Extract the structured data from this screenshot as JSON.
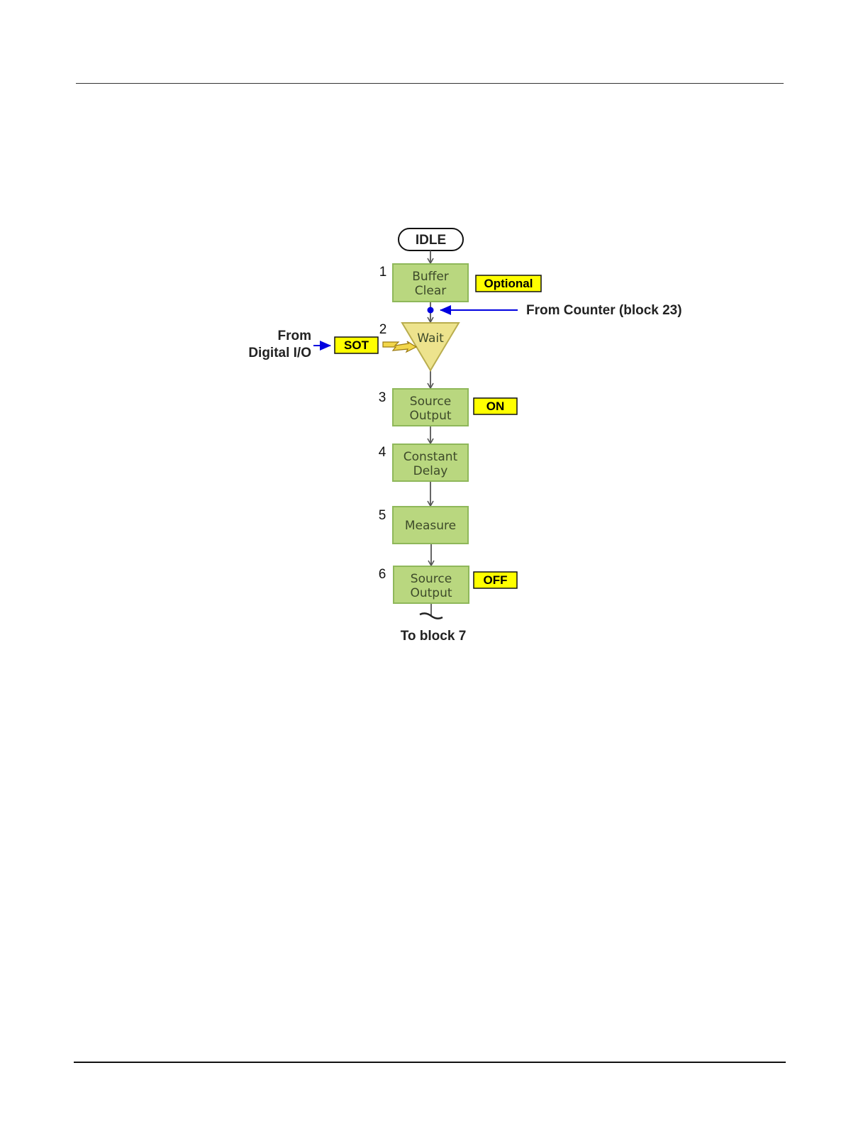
{
  "diagram": {
    "start": "IDLE",
    "blocks": [
      {
        "number": "1",
        "lines": [
          "Buffer",
          "Clear"
        ],
        "tag": "Optional"
      },
      {
        "number": "2",
        "lines": [
          "Wait"
        ]
      },
      {
        "number": "3",
        "lines": [
          "Source",
          "Output"
        ],
        "tag": "ON"
      },
      {
        "number": "4",
        "lines": [
          "Constant",
          "Delay"
        ]
      },
      {
        "number": "5",
        "lines": [
          "Measure"
        ]
      },
      {
        "number": "6",
        "lines": [
          "Source",
          "Output"
        ],
        "tag": "OFF"
      }
    ],
    "counter_label": "From Counter (block 23)",
    "digital_io_label": [
      "From",
      "Digital I/O"
    ],
    "sot_tag": "SOT",
    "end_label": "To block 7"
  },
  "colors": {
    "block_fill": "#b9d77f",
    "block_border": "#8fb85a",
    "wait_fill": "#ede38d",
    "tag_fill": "#ffff00",
    "signal_arrow": "#0000e0",
    "connector": "#555555"
  }
}
